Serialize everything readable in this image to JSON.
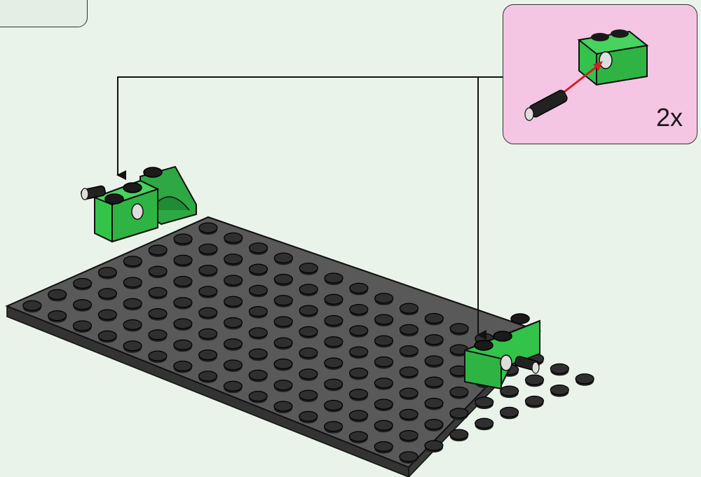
{
  "callout": {
    "quantity": "2x"
  },
  "colors": {
    "background": "#e9f3ea",
    "callout_bg": "#f5c6e3",
    "brick_green": "#33c24a",
    "plate_dark": "#555555",
    "stud_dark": "#2f2f2f",
    "arrow_red": "#d0202a"
  },
  "plate": {
    "studs_long": 16,
    "studs_wide": 8
  },
  "icons": [
    "green-technic-brick-icon",
    "black-pin-icon",
    "insert-arrow-icon",
    "placement-arrow-icon"
  ]
}
